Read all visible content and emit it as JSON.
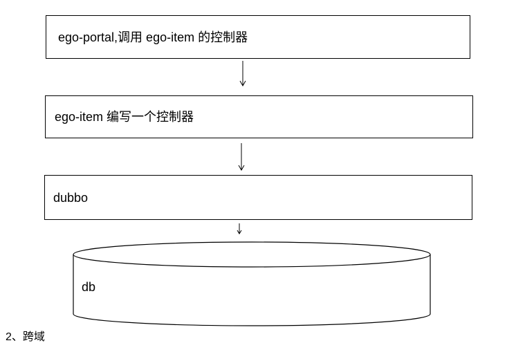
{
  "diagram": {
    "nodes": {
      "portal": "ego-portal,调用 ego-item 的控制器",
      "item": "ego-item 编写一个控制器",
      "dubbo": "dubbo",
      "db": "db"
    },
    "footer": "2、跨域"
  }
}
